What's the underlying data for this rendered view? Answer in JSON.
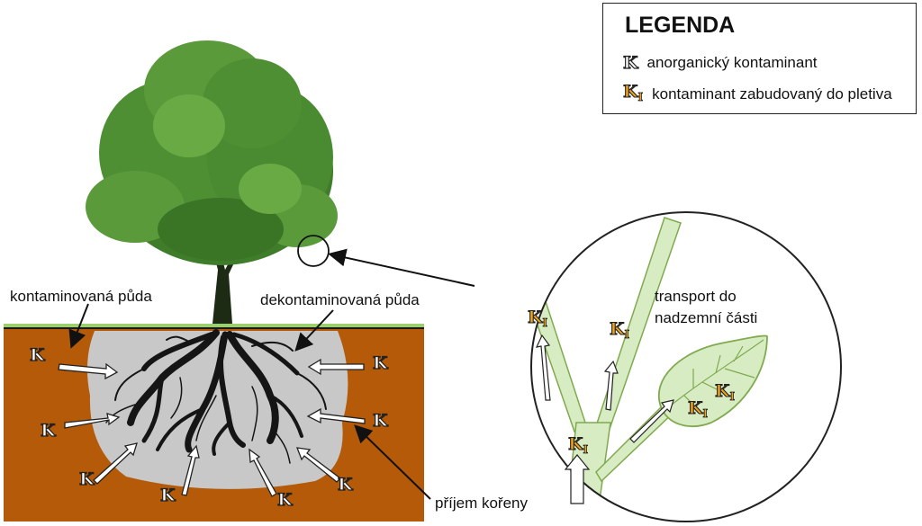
{
  "legend": {
    "title": "LEGENDA",
    "items": [
      {
        "symbol": "K",
        "text": "anorganický kontaminant",
        "color": "#ffffff"
      },
      {
        "symbol": "K",
        "subscript": "I",
        "text": "kontaminant zabudovaný do pletiva",
        "color": "#f2a51a"
      }
    ]
  },
  "labels": {
    "contaminated_soil": "kontaminovaná půda",
    "decontaminated_soil": "dekontaminovaná půda",
    "transport_line1": "transport do",
    "transport_line2": "nadzemní části",
    "root_uptake": "příjem kořeny"
  },
  "symbols": {
    "inorganic": "K",
    "incorporated": "K",
    "incorporated_sub": "I"
  },
  "colors": {
    "soil": "#b45a08",
    "decontaminated_zone": "#c8c8c8",
    "grass": "#9ccf6e",
    "tissue_fill": "#d8ecc4",
    "tissue_stroke": "#7faa4e",
    "foliage": "#4f8f34",
    "roots": "#151515"
  }
}
